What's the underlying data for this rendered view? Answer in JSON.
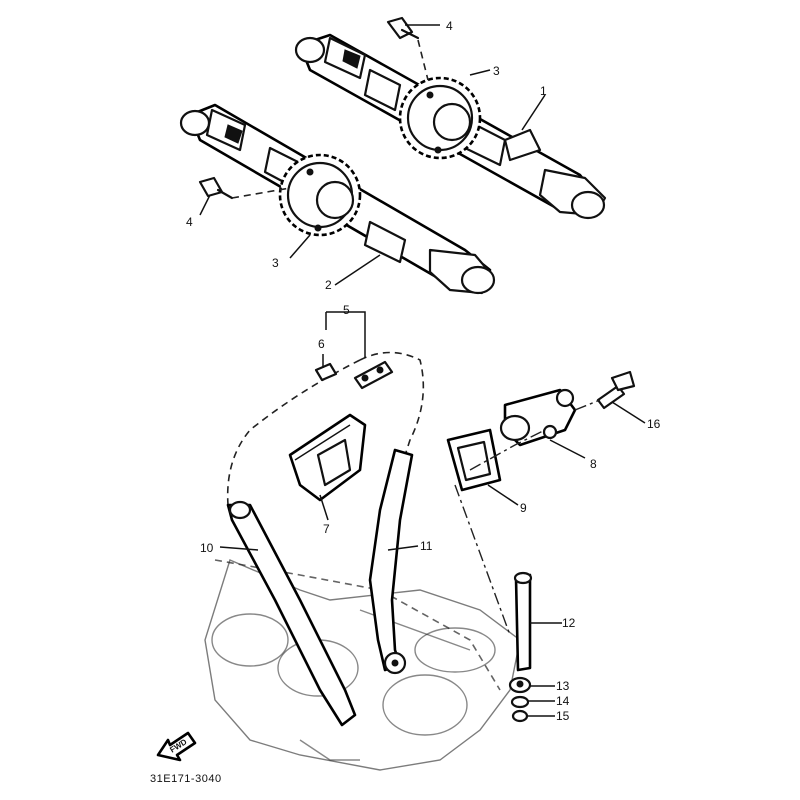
{
  "diagram": {
    "catalog_code": "31E171-3040",
    "front_marker": "FWD",
    "callouts": [
      {
        "id": "c1",
        "text": "1"
      },
      {
        "id": "c2",
        "text": "2"
      },
      {
        "id": "c3a",
        "text": "3"
      },
      {
        "id": "c3b",
        "text": "3"
      },
      {
        "id": "c4a",
        "text": "4"
      },
      {
        "id": "c4b",
        "text": "4"
      },
      {
        "id": "c5",
        "text": "5"
      },
      {
        "id": "c6",
        "text": "6"
      },
      {
        "id": "c7",
        "text": "7"
      },
      {
        "id": "c8",
        "text": "8"
      },
      {
        "id": "c9",
        "text": "9"
      },
      {
        "id": "c10",
        "text": "10"
      },
      {
        "id": "c11",
        "text": "11"
      },
      {
        "id": "c12",
        "text": "12"
      },
      {
        "id": "c13",
        "text": "13"
      },
      {
        "id": "c14",
        "text": "14"
      },
      {
        "id": "c15",
        "text": "15"
      },
      {
        "id": "c16",
        "text": "16"
      }
    ]
  }
}
